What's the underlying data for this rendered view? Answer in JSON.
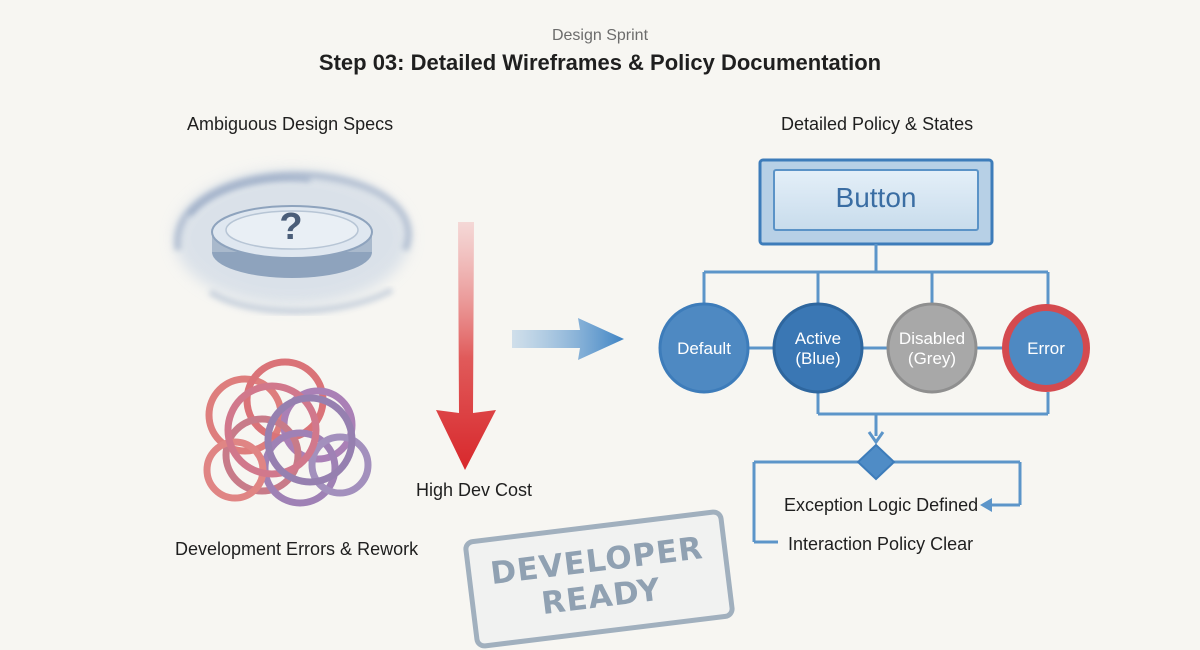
{
  "header": {
    "eyebrow": "Design Sprint",
    "title": "Step 03: Detailed Wireframes & Policy Documentation"
  },
  "left": {
    "heading": "Ambiguous Design Specs",
    "question_mark": "?",
    "errors_caption": "Development Errors & Rework"
  },
  "middle": {
    "cost_label": "High Dev Cost"
  },
  "right": {
    "heading": "Detailed Policy & States",
    "button_label": "Button",
    "states": [
      {
        "line1": "Default",
        "line2": ""
      },
      {
        "line1": "Active",
        "line2": "(Blue)"
      },
      {
        "line1": "Disabled",
        "line2": "(Grey)"
      },
      {
        "line1": "Error",
        "line2": ""
      }
    ],
    "exception_label": "Exception Logic Defined",
    "policy_label": "Interaction Policy Clear"
  },
  "stamp": {
    "line1": "DEVELOPER",
    "line2": "READY"
  },
  "colors": {
    "blue": "#3d7cba",
    "blue_light": "#d8e7f3",
    "grey": "#a8a8a8",
    "red": "#d9363a",
    "purple": "#7d4f99",
    "stamp": "#8497ac"
  }
}
